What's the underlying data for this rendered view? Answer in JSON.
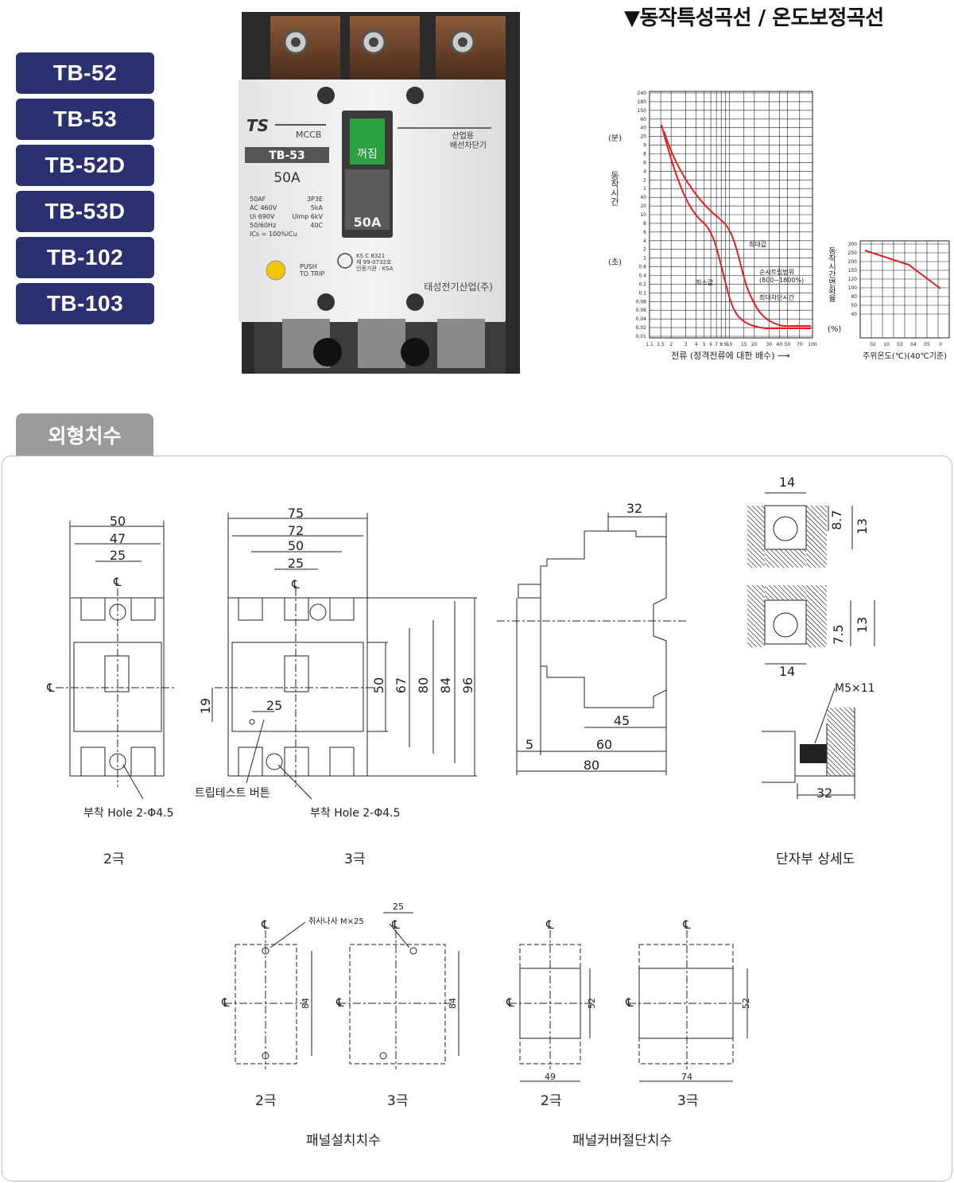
{
  "models": [
    "TB-52",
    "TB-53",
    "TB-52D",
    "TB-53D",
    "TB-102",
    "TB-103"
  ],
  "product": {
    "brand": "TS",
    "type": "MCCB",
    "model": "TB-53",
    "rating": "50A",
    "kor_label_1": "산업용",
    "kor_label_2": "배선차단기",
    "switch_label": "꺼짐",
    "handle_text": "50A",
    "specs_left": [
      "50AF",
      "AC 460V",
      "Ui 690V",
      "50/60Hz",
      "ICs = 100%ICu"
    ],
    "specs_right": [
      "3P3E",
      "5kA",
      "Uimp 6kV",
      "40C"
    ],
    "push_label_1": "PUSH",
    "push_label_2": "TO TRIP",
    "ks_1": "KS C 8321",
    "ks_2": "제 99-0732호",
    "ks_3": "인증기관 : KSA",
    "maker": "태성전기산업(주)"
  },
  "curve_section": {
    "title": "▼동작특성곡선 / 온도보정곡선",
    "y_unit_min": "(분)",
    "y_unit_sec": "(초)",
    "y_label": "동작시간",
    "x_label": "전류 (정격전류에 대한 배수) ⟶",
    "y_ticks_min": [
      "240",
      "180",
      "150",
      "60",
      "40",
      "20",
      "9",
      "8",
      "6",
      "4",
      "2"
    ],
    "y_ticks_sec": [
      "1",
      "40",
      "20",
      "10",
      "8",
      "6",
      "4",
      "2",
      "1",
      "0.8",
      "0.4",
      "0.2",
      "0.1",
      "0.08",
      "0.06",
      "0.04",
      "0.02",
      "0.01"
    ],
    "x_ticks": [
      "1.1",
      "1.5",
      "2",
      "3",
      "4",
      "5",
      "6",
      "7",
      "8",
      "9",
      "10",
      "15",
      "20",
      "30",
      "40",
      "50",
      "70",
      "100"
    ],
    "annot_max": "최대값",
    "annot_min": "최소값",
    "annot_trip_1": "순시트립범위",
    "annot_trip_2": "(800~1800%)",
    "annot_max_break": "최대차단시간",
    "temp_y_label": "동작시간변화율",
    "temp_y_unit": "(%)",
    "temp_y_ticks": [
      "300",
      "250",
      "200",
      "150",
      "120",
      "100",
      "80",
      "50",
      "40"
    ],
    "temp_x_ticks": [
      "02",
      "10",
      "03",
      "04",
      "05",
      "0"
    ],
    "temp_x_label": "주위온도(℃)(40℃기준)"
  },
  "dimensions_tab": "외형치수",
  "drawings": {
    "two_pole_dims": [
      "50",
      "47",
      "25"
    ],
    "three_pole_dims": [
      "75",
      "72",
      "50",
      "25"
    ],
    "vertical_dims": [
      "50",
      "67",
      "80",
      "84",
      "96"
    ],
    "dim_19": "19",
    "dim_25_inner": "25",
    "trip_button": "트립테스트 버튼",
    "hole_2p": "부착 Hole 2-Φ4.5",
    "hole_3p": "부착 Hole 2-Φ4.5",
    "label_2p": "2극",
    "label_3p": "3극",
    "side_dims": [
      "32",
      "45",
      "5",
      "60",
      "80"
    ],
    "terminal_dims": [
      "14",
      "8.7",
      "13",
      "7.5",
      "13",
      "14"
    ],
    "screw_label": "M5×11",
    "terminal_dim_32": "32",
    "terminal_caption": "단자부 상세도",
    "mount_screw": "취사나사 M×25",
    "mount_dim_25": "25",
    "mount_84_a": "84",
    "mount_84_b": "84",
    "cut_52_a": "52",
    "cut_52_b": "52",
    "cut_49": "49",
    "cut_74": "74",
    "mount_2p": "2극",
    "mount_3p": "3극",
    "cut_2p": "2극",
    "cut_3p": "3극",
    "mount_caption": "패널설치치수",
    "cut_caption": "패널커버절단치수",
    "centerline": "℄"
  },
  "colors": {
    "navy": "#2b3070",
    "tab_gray": "#9a9a9a",
    "curve_red": "#e02020"
  }
}
